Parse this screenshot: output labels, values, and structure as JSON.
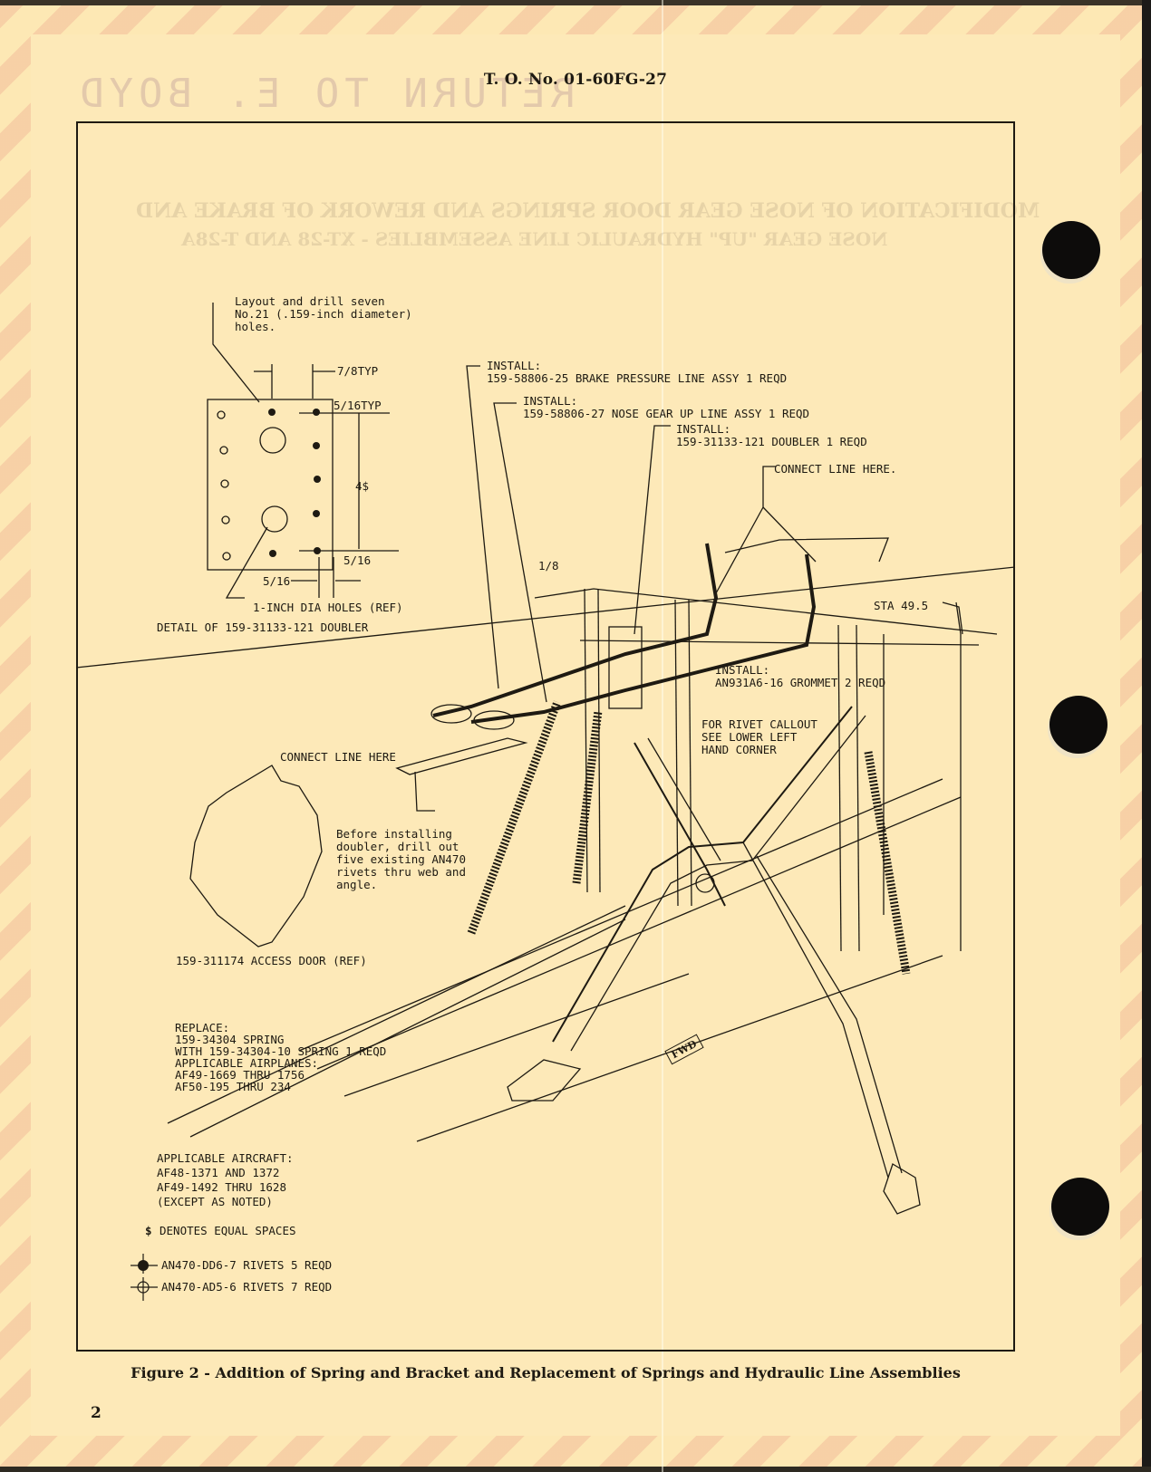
{
  "header": {
    "doc_number": "T. O. No. 01-60FG-27",
    "ghost_stamp": "RETURN TO E. BOYD"
  },
  "figure": {
    "caption": "Figure 2 - Addition of Spring and Bracket and Replacement of Springs and Hydraulic Line Assemblies",
    "detail": {
      "drill_note": [
        "Layout and drill seven",
        "No.21 (.159-inch diameter)",
        "holes."
      ],
      "dim_7_8": "7/8TYP",
      "dim_5_16_typ": "5/16TYP",
      "dim_spaces": "4$",
      "dim_5_16_right": "5/16",
      "dim_5_16_bottom": "5/16",
      "holes_note": "1-INCH DIA HOLES (REF)",
      "title": "DETAIL OF 159-31133-121 DOUBLER"
    },
    "callouts": {
      "brake_line": [
        "INSTALL:",
        "159-58806-25 BRAKE PRESSURE LINE ASSY 1 REQD"
      ],
      "nose_gear_line": [
        "INSTALL:",
        "159-58806-27 NOSE GEAR UP LINE ASSY 1 REQD"
      ],
      "doubler": [
        "INSTALL:",
        "159-31133-121 DOUBLER 1 REQD"
      ],
      "connect_line_upper": "CONNECT LINE HERE.",
      "dim_1_8": "1/8",
      "station": "STA 49.5",
      "grommet": [
        "INSTALL:",
        "AN931A6-16 GROMMET 2 REQD"
      ],
      "rivet_callout": [
        "FOR RIVET CALLOUT",
        "SEE LOWER LEFT",
        "HAND CORNER"
      ],
      "connect_line_lower": "CONNECT LINE HERE",
      "drill_out_note": [
        "Before installing",
        "doubler, drill out",
        "five existing AN470",
        "rivets thru web and",
        "angle."
      ],
      "access_door": "159-311174 ACCESS DOOR (REF)",
      "replace_spring": [
        "REPLACE:",
        "159-34304 SPRING",
        "WITH 159-34304-10 SPRING 1 REQD",
        "APPLICABLE AIRPLANES:",
        "AF49-1669 THRU 1756",
        "AF50-195 THRU 234"
      ],
      "fwd": "FWD"
    },
    "notes": {
      "applicable_aircraft": [
        "APPLICABLE AIRCRAFT:",
        "AF48-1371 AND 1372",
        "AF49-1492 THRU 1628",
        "(EXCEPT AS NOTED)"
      ],
      "equal_spaces_symbol": "$",
      "equal_spaces": "DENOTES EQUAL SPACES"
    },
    "legend": [
      {
        "symbol": "filled-circle-crosshair",
        "label": "AN470-DD6-7 RIVETS 5 REQD"
      },
      {
        "symbol": "open-circle-crosshair",
        "label": "AN470-AD5-6 RIVETS 7 REQD"
      }
    ]
  },
  "footer": {
    "page_number": "2"
  },
  "colors": {
    "paper": "#fde8b4",
    "stripe": "#f0b496",
    "ink": "#1e1a12"
  }
}
